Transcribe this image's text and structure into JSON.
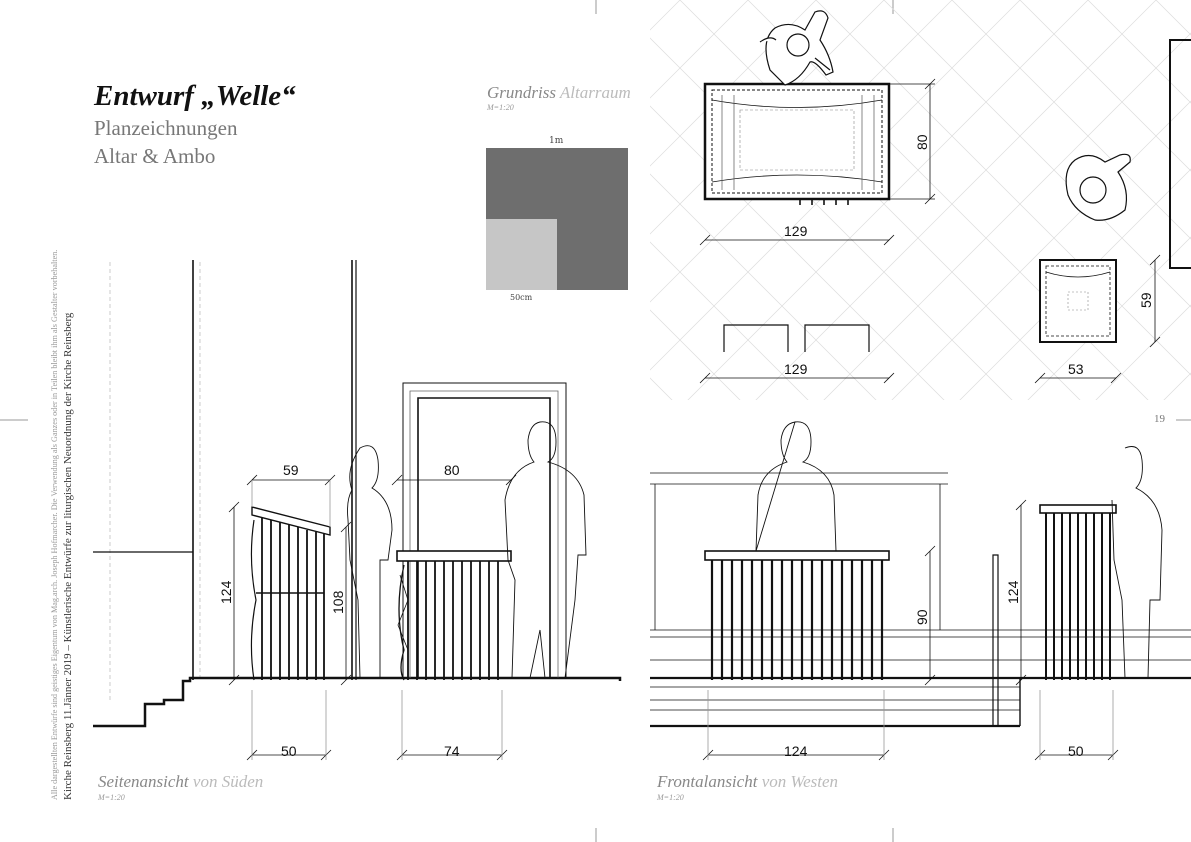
{
  "header": {
    "title": "Entwurf „Welle“",
    "subtitle_1": "Planzeichnungen",
    "subtitle_2": "Altar & Ambo"
  },
  "side_text": {
    "copyright": "Alle dargestellten Entwürfe sind geistiges Eigentum von Mag.arch. Joseph Hofmarcher. Die Verwendung als Ganzes oder in Teilen bleibt ihm als Gestalter vorbehalten.",
    "project": "Kirche Reinsberg 11.Jänner 2019 – Künstlerische Entwürfe zur liturgischen Neuordnung der Kirche Reinsberg"
  },
  "grundriss": {
    "caption_main": "Grundriss",
    "caption_sub": "Altarraum",
    "scale": "M=1:20",
    "legend_1m": "1m",
    "legend_50cm": "50cm"
  },
  "plan_dims": {
    "altar_depth": "80",
    "altar_width": "129",
    "altar_width_2": "129",
    "ambo_depth": "59",
    "ambo_width": "53"
  },
  "side_view": {
    "caption_main": "Seitenansicht",
    "caption_sub": "von Süden",
    "scale": "M=1:20",
    "dims": {
      "ambo_top": "59",
      "ambo_height": "124",
      "ambo_front": "108",
      "ambo_base": "50",
      "altar_top": "80",
      "altar_base": "74"
    }
  },
  "front_view": {
    "caption_main": "Frontalansicht",
    "caption_sub": "von Westen",
    "scale": "M=1:20",
    "dims": {
      "altar_height": "90",
      "altar_base": "124",
      "ambo_height": "124",
      "ambo_base": "50"
    }
  },
  "page_number": "19",
  "colors": {
    "swatch_dark": "#6e6e6e",
    "swatch_light": "#c6c6c6",
    "line": "#111111"
  }
}
